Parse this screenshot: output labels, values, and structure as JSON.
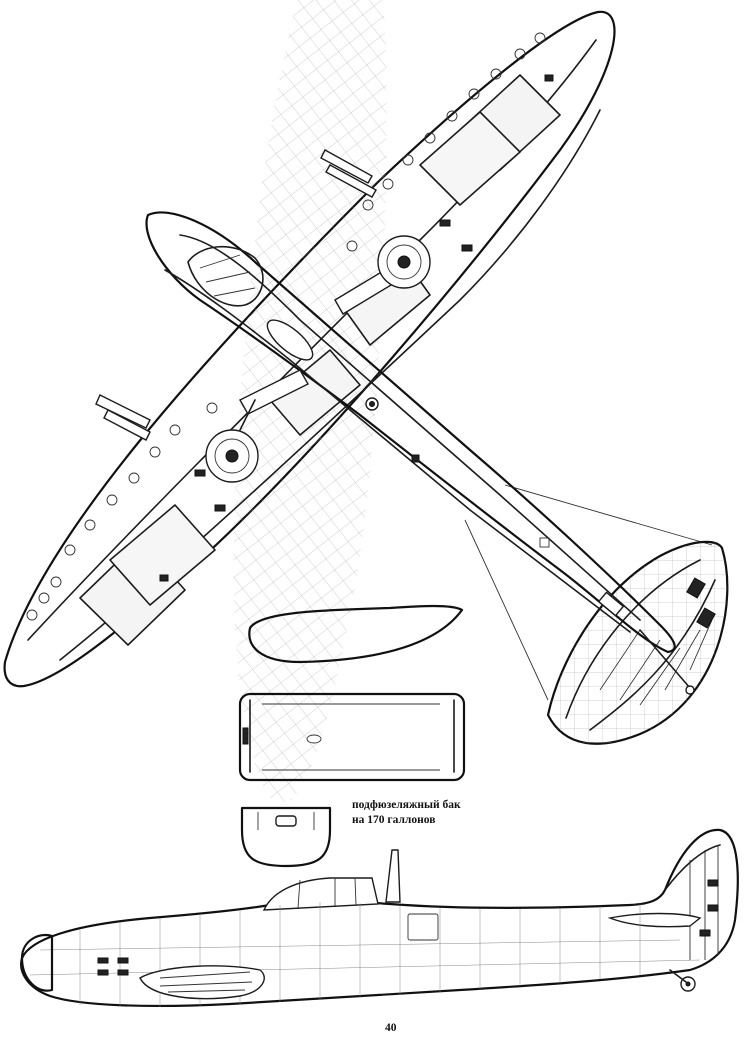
{
  "caption": {
    "line1": "подфюзеляжный бак",
    "line2": "на 170 галлонов"
  },
  "page_number": "40",
  "colors": {
    "ink": "#1c1c1c",
    "paper": "#ffffff"
  }
}
